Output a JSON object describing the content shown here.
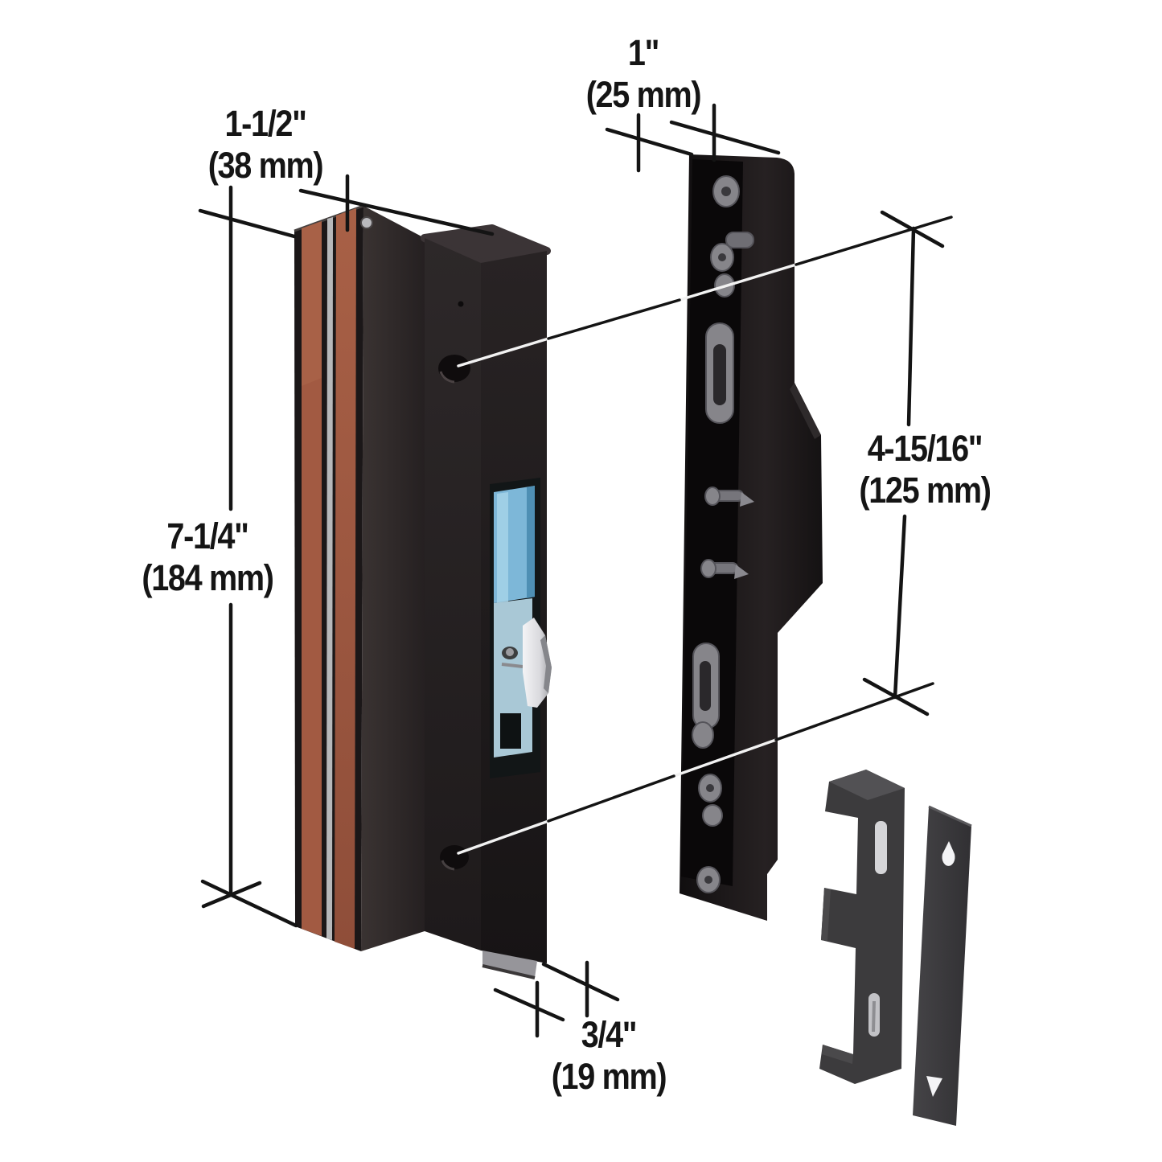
{
  "figure": {
    "kind": "product-dimension-diagram"
  },
  "dimensions": {
    "handle_width": {
      "imperial": "1-1/2\"",
      "metric": "(38 mm)"
    },
    "keeper_width": {
      "imperial": "1\"",
      "metric": "(25 mm)"
    },
    "handle_height": {
      "imperial": "7-1/4\"",
      "metric": "(184 mm)"
    },
    "keeper_height": {
      "imperial": "4-15/16\"",
      "metric": "(125 mm)"
    },
    "handle_depth": {
      "imperial": "3/4\"",
      "metric": "(19 mm)"
    }
  },
  "colors": {
    "background": "#ffffff",
    "line": "#141414",
    "handle_black": "#201c1d",
    "wood": "#a25a42",
    "metal_stripe": "#b7b8ba",
    "latch_blue": "#7db7d8",
    "latch_blue_pale": "#a9c8d6",
    "chrome": "#e2e2e6",
    "keeper_black": "#1b1819",
    "bracket_gray": "#3c3b3d",
    "screw_gray": "#8a898f"
  }
}
